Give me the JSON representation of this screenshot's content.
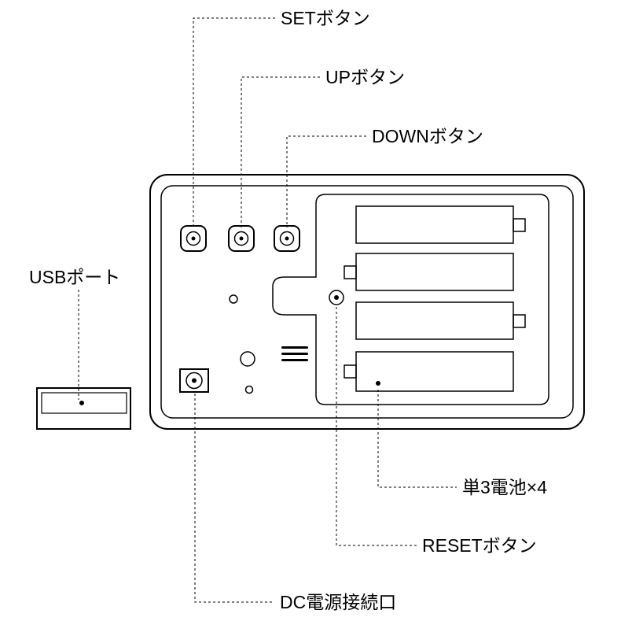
{
  "diagram": {
    "title": "device-back-panel-diagram",
    "labels": {
      "set_button": "SETボタン",
      "up_button": "UPボタン",
      "down_button": "DOWNボタン",
      "usb_port": "USBポート",
      "batteries": "単3電池×4",
      "reset_button": "RESETボタン",
      "dc_power": "DC電源接続口"
    },
    "colors": {
      "line": "#000000",
      "background": "#ffffff"
    }
  }
}
